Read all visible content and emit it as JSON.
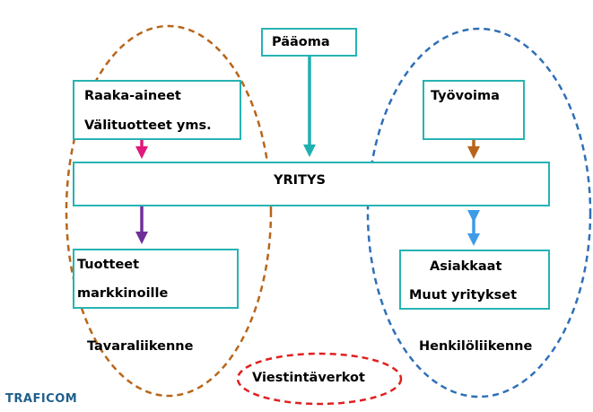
{
  "diagram": {
    "center": "YRITYS",
    "capital": "Pääoma",
    "inputs": {
      "line1": "Raaka-aineet",
      "line2": "Välituotteet yms."
    },
    "outputs": {
      "line1": "Tuotteet",
      "line2": "markkinoille"
    },
    "labour": "Työvoima",
    "customers": {
      "line1": "Asiakkaat",
      "line2": "Muut yritykset"
    },
    "left_group": "Tavaraliikenne",
    "right_group": "Henkilöliikenne",
    "network": "Viestintäverkot"
  },
  "logo": "TRAFICOM",
  "colors": {
    "box_border": "#28b3b3",
    "goods_ellipse": "#b8651a",
    "people_ellipse": "#2f6fb8",
    "network_ellipse": "#e02020",
    "arrow_capital": "#1fb0b0",
    "arrow_inputs": "#e0197a",
    "arrow_outputs": "#6f2f9a",
    "arrow_labour": "#b8651a",
    "arrow_customers": "#3f9be8"
  }
}
